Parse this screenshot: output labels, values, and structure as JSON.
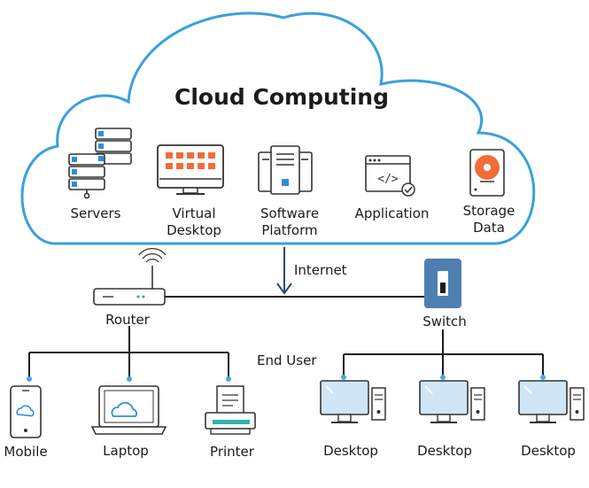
{
  "cloud": {
    "title": "Cloud Computing",
    "services": [
      {
        "icon": "server-rack-icon",
        "line1": "Servers",
        "line2": ""
      },
      {
        "icon": "virtual-desktop-icon",
        "line1": "Virtual",
        "line2": "Desktop"
      },
      {
        "icon": "software-platform-icon",
        "line1": "Software",
        "line2": "Platform"
      },
      {
        "icon": "application-window-icon",
        "line1": "Application",
        "line2": ""
      },
      {
        "icon": "storage-drive-icon",
        "line1": "Storage",
        "line2": "Data"
      }
    ]
  },
  "network": {
    "internet_label": "Internet",
    "router_label": "Router",
    "switch_label": "Switch",
    "end_user_label": "End User"
  },
  "devices": {
    "router_side": [
      {
        "icon": "mobile-phone-icon",
        "label": "Mobile"
      },
      {
        "icon": "laptop-icon",
        "label": "Laptop"
      },
      {
        "icon": "printer-icon",
        "label": "Printer"
      }
    ],
    "switch_side": [
      {
        "icon": "desktop-computer-icon",
        "label": "Desktop"
      },
      {
        "icon": "desktop-computer-icon",
        "label": "Desktop"
      },
      {
        "icon": "desktop-computer-icon",
        "label": "Desktop"
      }
    ]
  },
  "colors": {
    "cloud_outline": "#3aa0dd",
    "accent_blue": "#2f8fd0",
    "screen_fill": "#cfe6f6",
    "orange": "#f26b3a",
    "switch_fill": "#4f7fb0",
    "line": "#1b1b1b"
  }
}
